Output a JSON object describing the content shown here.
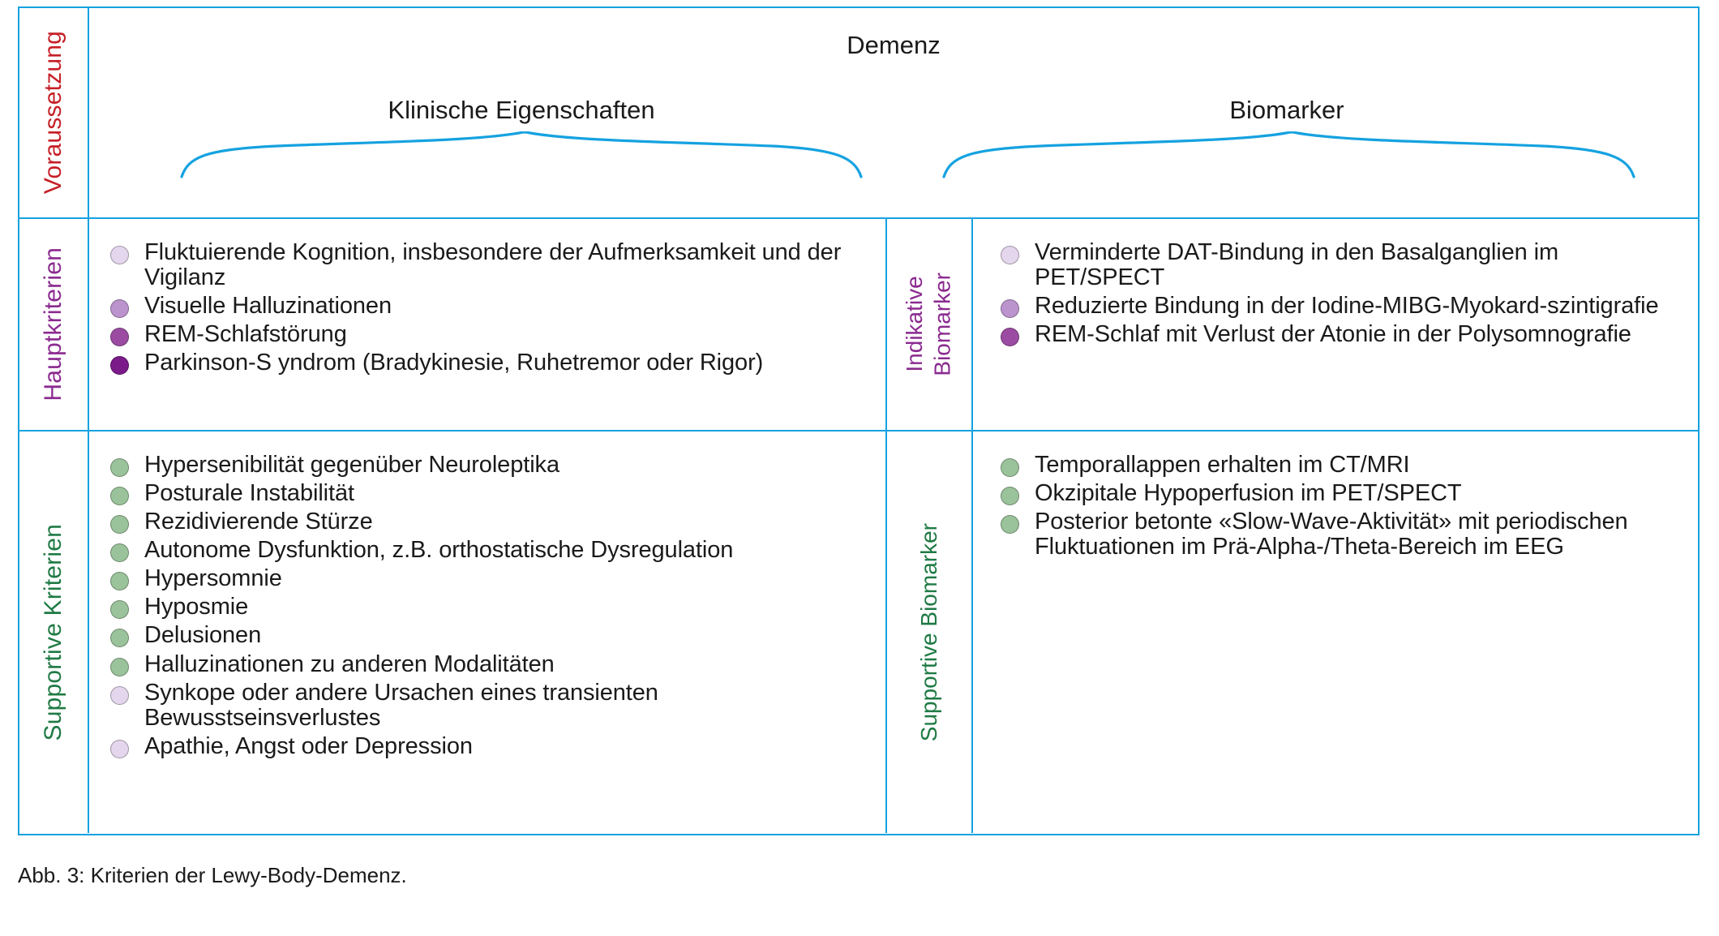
{
  "colors": {
    "frame_blue": "#15a2e0",
    "label_red": "#c62027",
    "label_purple": "#8a2a8f",
    "label_green": "#1f7a44",
    "bullet_lavender_light": "#e4d6ec",
    "bullet_lavender_mid": "#bb93cd",
    "bullet_purple_mid": "#9b4ca2",
    "bullet_purple_dark": "#7b1b8a",
    "bullet_green": "#9bc39b",
    "text": "#1a1a1a"
  },
  "header": {
    "rail_label": "Voraussetzung",
    "title": "Demenz",
    "group_left": "Klinische Eigenschaften",
    "group_right": "Biomarker"
  },
  "main_criteria": {
    "rail_label": "Hauptkriterien",
    "clinical": [
      {
        "bullet": "lavender-light",
        "text": "Fluktuierende Kognition, insbesondere der Aufmerksamkeit und der Vigilanz"
      },
      {
        "bullet": "lavender-mid",
        "text": "Visuelle Halluzinationen"
      },
      {
        "bullet": "purple-mid",
        "text": "REM-Schlafstörung"
      },
      {
        "bullet": "purple-dark",
        "text": "Parkinson-S yndrom (Bradykinesie, Ruhetremor oder Rigor)"
      }
    ],
    "biomarker_rail_label": "Indikative\nBiomarker",
    "biomarkers": [
      {
        "bullet": "lavender-light",
        "text": "Verminderte DAT-Bindung in den Basalganglien im PET/SPECT"
      },
      {
        "bullet": "lavender-mid",
        "text": "Reduzierte Bindung in der Iodine-MIBG-Myokard-szintigrafie"
      },
      {
        "bullet": "purple-mid",
        "text": "REM-Schlaf mit Verlust der Atonie in der Polysomnografie"
      }
    ]
  },
  "supportive": {
    "rail_label": "Supportive Kriterien",
    "clinical": [
      {
        "bullet": "green",
        "text": "Hypersenibilität gegenüber Neuroleptika"
      },
      {
        "bullet": "green",
        "text": "Posturale Instabilität"
      },
      {
        "bullet": "green",
        "text": "Rezidivierende Stürze"
      },
      {
        "bullet": "green",
        "text": "Autonome Dysfunktion, z.B. orthostatische Dysregulation"
      },
      {
        "bullet": "green",
        "text": "Hypersomnie"
      },
      {
        "bullet": "green",
        "text": "Hyposmie"
      },
      {
        "bullet": "green",
        "text": "Delusionen"
      },
      {
        "bullet": "green",
        "text": "Halluzinationen zu anderen Modalitäten"
      },
      {
        "bullet": "lavender-light",
        "text": "Synkope oder andere Ursachen eines transienten Bewusstseinsverlustes"
      },
      {
        "bullet": "lavender-light",
        "text": "Apathie, Angst oder Depression"
      }
    ],
    "biomarker_rail_label": "Supportive Biomarker",
    "biomarkers": [
      {
        "bullet": "green",
        "text": "Temporallappen erhalten im CT/MRI"
      },
      {
        "bullet": "green",
        "text": "Okzipitale Hypoperfusion im PET/SPECT"
      },
      {
        "bullet": "green",
        "text": "Posterior betonte «Slow-Wave-Aktivität» mit periodischen Fluktuationen im Prä-Alpha-/Theta-Bereich im EEG"
      }
    ]
  },
  "caption": "Abb. 3: Kriterien der Lewy-Body-Demenz."
}
